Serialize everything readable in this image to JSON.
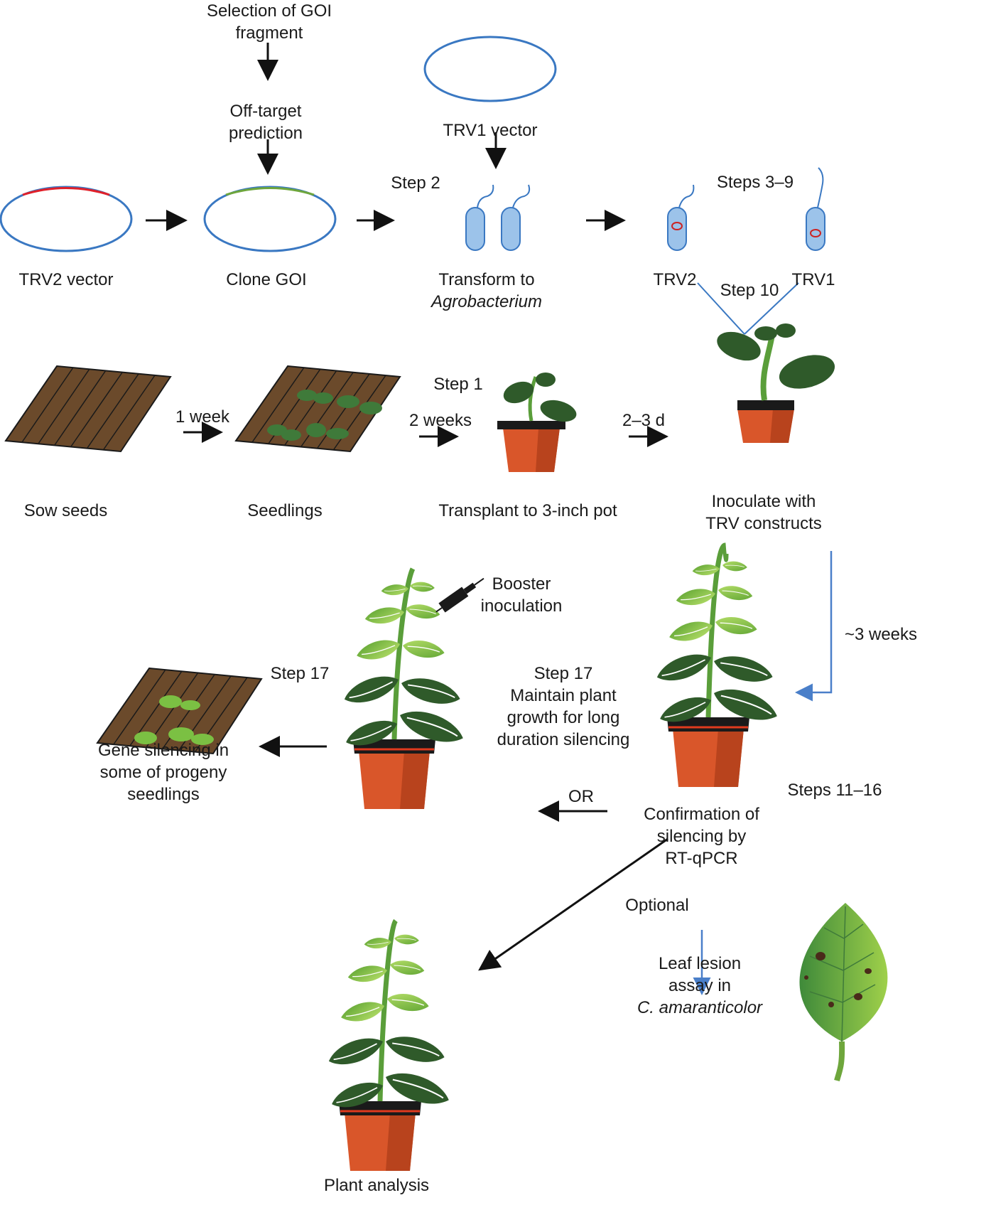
{
  "labels": {
    "selection": [
      "Selection of GOI",
      "fragment"
    ],
    "offtarget": [
      "Off-target",
      "prediction"
    ],
    "trv1_vector": "TRV1 vector",
    "step2": "Step 2",
    "steps3_9": "Steps 3–9",
    "trv2_vector": "TRV2 vector",
    "clone_goi": "Clone GOI",
    "transform": [
      "Transform to",
      "Agrobacterium"
    ],
    "trv2": "TRV2",
    "trv1": "TRV1",
    "step10": "Step 10",
    "step1": "Step 1",
    "one_week": "1 week",
    "two_weeks": "2 weeks",
    "two_three_d": "2–3 d",
    "sow": "Sow seeds",
    "seedlings": "Seedlings",
    "transplant": "Transplant to 3-inch pot",
    "inoculate": [
      "Inoculate with",
      "TRV constructs"
    ],
    "three_weeks": "~3 weeks",
    "booster": [
      "Booster",
      "inoculation"
    ],
    "step17_left": "Step 17",
    "step17_mid": [
      "Step 17",
      "Maintain plant",
      "growth for long",
      "duration silencing"
    ],
    "gene_silencing": [
      "Gene silencing in",
      "some of progeny",
      "seedlings"
    ],
    "or": "OR",
    "steps11_16": "Steps 11–16",
    "confirmation": [
      "Confirmation of",
      "silencing by",
      "RT-qPCR"
    ],
    "optional": "Optional",
    "leaf_assay": [
      "Leaf lesion",
      "assay in",
      "C. amaranticolor"
    ],
    "plant_analysis": "Plant analysis"
  },
  "colors": {
    "vector_ring": "#3a78c2",
    "trv2_insert": "#e0202a",
    "goi_insert": "#6ea63c",
    "bacterium_fill": "#9cc3ea",
    "bacterium_stroke": "#3a78c2",
    "plasmid": "#cc2222",
    "soil": "#6b4a2b",
    "pot": "#d9562a",
    "pot_shade": "#b8431d",
    "dark_leaf": "#2f5a2a",
    "light_leaf": "#8cc63f",
    "stem": "#5a9e3a",
    "blue_arrow": "#4a7fc9",
    "arrow": "#111111"
  }
}
